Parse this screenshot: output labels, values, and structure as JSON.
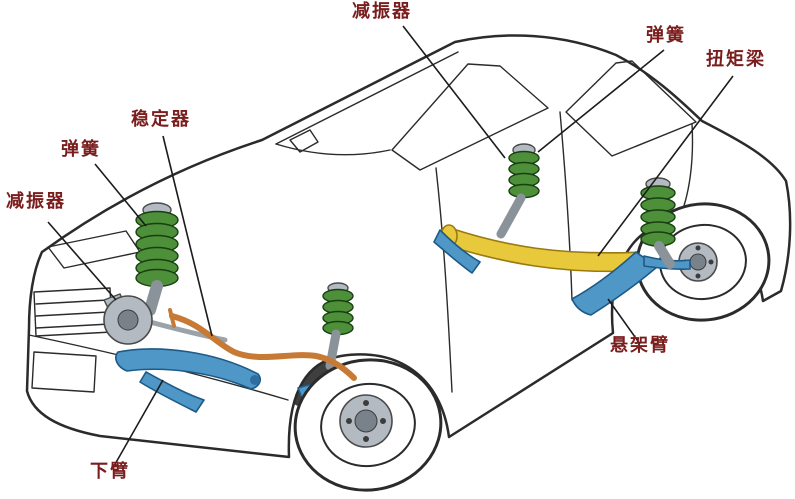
{
  "labels": {
    "shock_absorber_rear": "减振器",
    "spring_rear": "弹簧",
    "torsion_beam": "扭矩梁",
    "stabilizer": "稳定器",
    "spring_front": "弹簧",
    "shock_absorber_front": "减振器",
    "suspension_arm": "悬架臂",
    "lower_arm": "下臂"
  },
  "colors": {
    "spring_green": "#4e8f3a",
    "arm_blue": "#4f97c7",
    "beam_yellow": "#e9c93c",
    "stabilizer_orange": "#c77a35",
    "hub_gray": "#b3bac2",
    "outline": "#2b2b2b",
    "label_text": "#7a1d1d",
    "leader_line": "#1c1c1c",
    "background": "#ffffff"
  }
}
